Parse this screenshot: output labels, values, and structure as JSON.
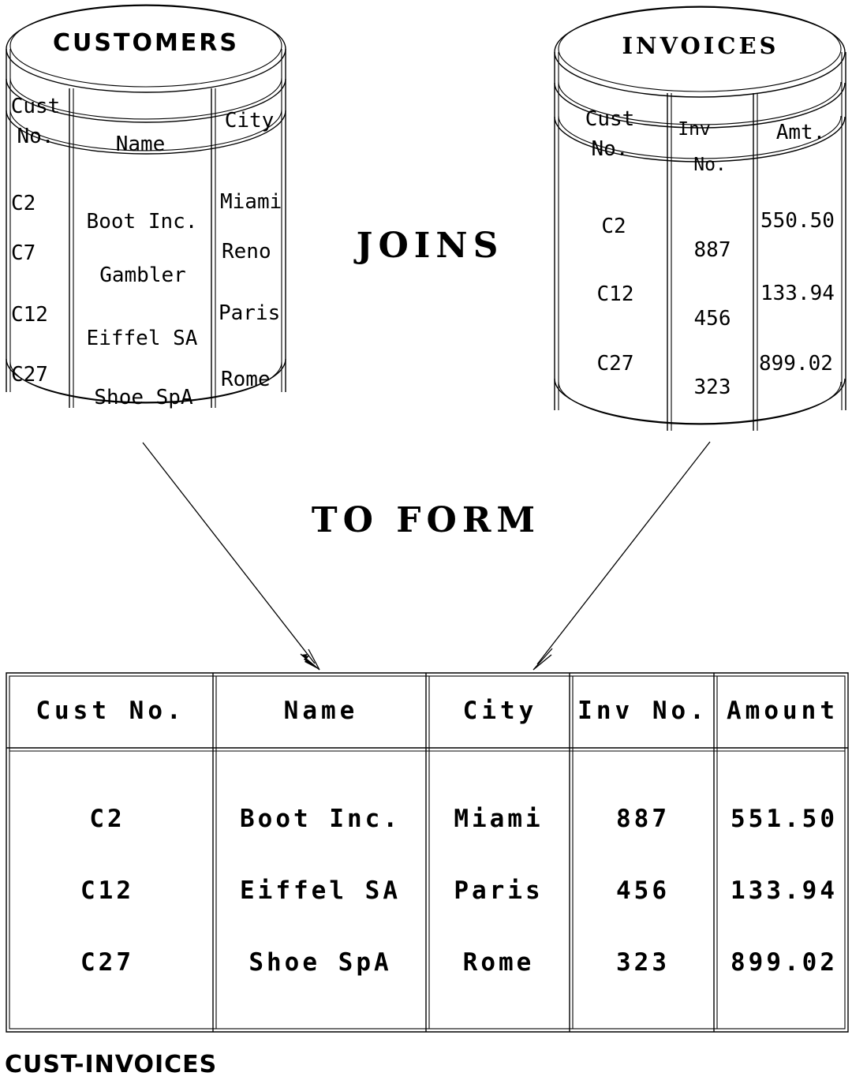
{
  "diagram": {
    "title_caption": "CUST-INVOICES",
    "connector_label_top": "JOINS",
    "connector_label_bottom": "TO FORM"
  },
  "customers_table": {
    "name": "CUSTOMERS",
    "columns": [
      "Cust No.",
      "Name",
      "City"
    ],
    "column_lines": [
      "Cust",
      "No.",
      "Name",
      "City"
    ],
    "rows": [
      {
        "cust_no": "C2",
        "name": "Boot Inc.",
        "city": "Miami"
      },
      {
        "cust_no": "C7",
        "name": "Gambler",
        "city": "Reno"
      },
      {
        "cust_no": "C12",
        "name": "Eiffel SA",
        "city": "Paris"
      },
      {
        "cust_no": "C27",
        "name": "Shoe SpA",
        "city": "Rome"
      }
    ]
  },
  "invoices_table": {
    "name": "INVOICES",
    "columns": [
      "Cust No.",
      "Inv No.",
      "Amt."
    ],
    "column_lines": [
      "Cust",
      "No.",
      "Inv",
      "No.",
      "Amt."
    ],
    "rows": [
      {
        "cust_no": "C2",
        "inv_no": "887",
        "amt": "550.50"
      },
      {
        "cust_no": "C12",
        "inv_no": "456",
        "amt": "133.94"
      },
      {
        "cust_no": "C27",
        "inv_no": "323",
        "amt": "899.02"
      }
    ]
  },
  "result_table": {
    "name": "CUST-INVOICES",
    "headers": [
      "Cust No.",
      "Name",
      "City",
      "Inv No.",
      "Amount"
    ],
    "rows": [
      {
        "cust_no": "C2",
        "name": "Boot Inc.",
        "city": "Miami",
        "inv_no": "887",
        "amount": "551.50"
      },
      {
        "cust_no": "C12",
        "name": "Eiffel SA",
        "city": "Paris",
        "inv_no": "456",
        "amount": "133.94"
      },
      {
        "cust_no": "C27",
        "name": "Shoe SpA",
        "city": "Rome",
        "inv_no": "323",
        "amount": "899.02"
      }
    ]
  },
  "colors": {
    "ink": "#000000",
    "background": "#ffffff"
  }
}
